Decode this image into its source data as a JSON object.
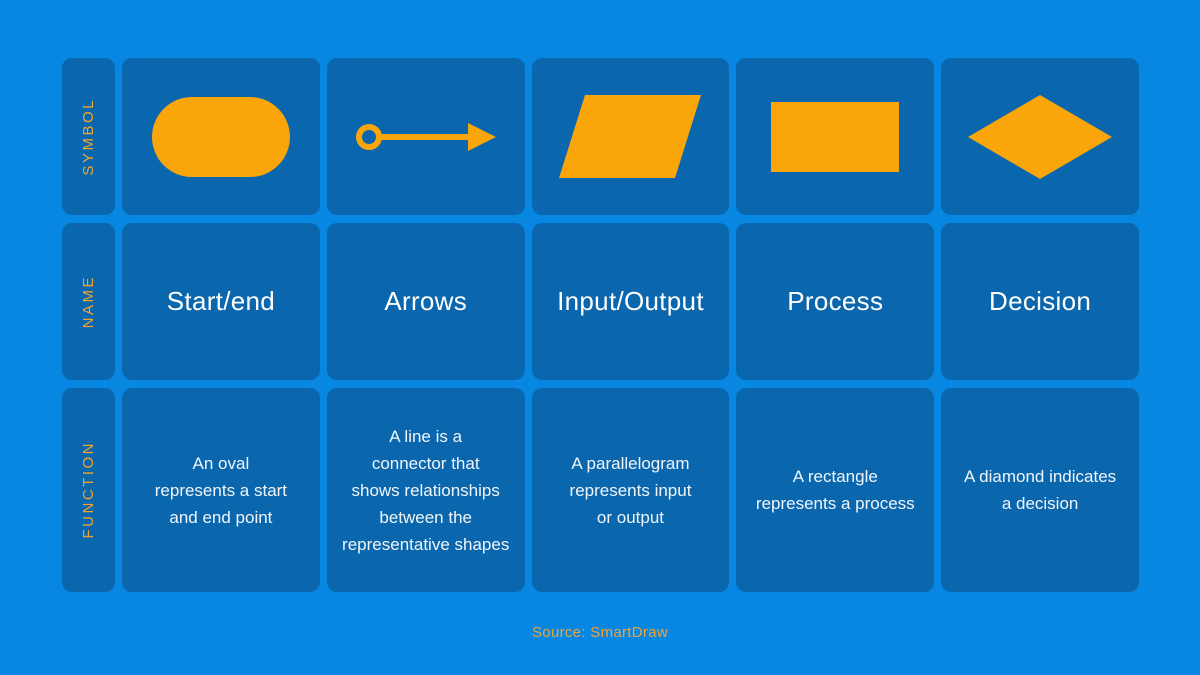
{
  "colors": {
    "background": "#0787E1",
    "cell": "#0A66AD",
    "symbol_orange": "#FAA50A",
    "label_orange": "#F2A431",
    "text_white": "#FFFFFF"
  },
  "table": {
    "row_headers": {
      "symbol": "SYMBOL",
      "name": "NAME",
      "function": "FUNCTION"
    },
    "columns": [
      {
        "symbol_icon": "oval-icon",
        "name": "Start/end",
        "function": "An oval\nrepresents a start\nand end point"
      },
      {
        "symbol_icon": "arrow-icon",
        "name": "Arrows",
        "function": "A line is a\nconnector that\nshows relationships\nbetween the\nrepresentative shapes"
      },
      {
        "symbol_icon": "parallelogram-icon",
        "name": "Input/Output",
        "function": "A parallelogram\nrepresents input\nor output"
      },
      {
        "symbol_icon": "rectangle-icon",
        "name": "Process",
        "function": "A rectangle\nrepresents a process"
      },
      {
        "symbol_icon": "diamond-icon",
        "name": "Decision",
        "function": "A diamond indicates\na decision"
      }
    ]
  },
  "footer": {
    "source": "Source: SmartDraw"
  }
}
